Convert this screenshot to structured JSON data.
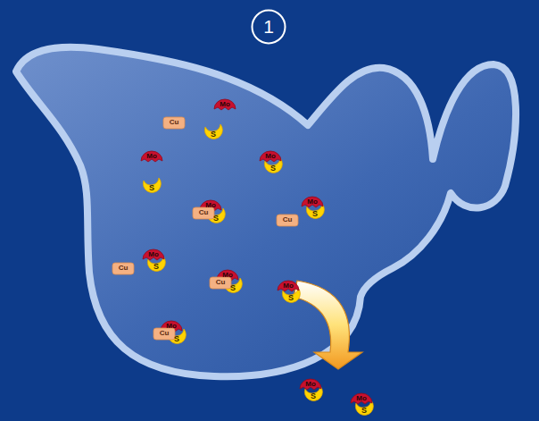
{
  "diagram": {
    "nodes": [
      {
        "text": [
          "1"
        ]
      }
    ],
    "labels": [
      "Mo",
      "Cu",
      "S",
      "Mo",
      "Mo",
      "S",
      "S",
      "Mo",
      "S",
      "Mo",
      "Cu",
      "S",
      "Cu",
      "Mo",
      "S",
      "Cu",
      "Mo",
      "Cu",
      "S",
      "Mo",
      "S",
      "Mo",
      "Cu",
      "S",
      "Mo",
      "S",
      "Mo",
      "S"
    ]
  }
}
